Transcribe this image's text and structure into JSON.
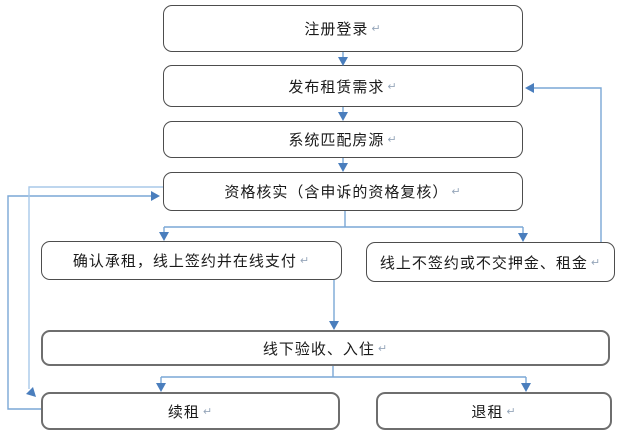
{
  "diagram": {
    "type": "flowchart",
    "return_mark": "↵",
    "colors": {
      "background": "#ffffff",
      "line": "#7aa7d6",
      "line_light": "#a9c9e9",
      "arrow": "#4a7ebd",
      "box_border": "#4d4d4d",
      "box_border_heavy": "#6e6e6e",
      "text": "#1a1a1a",
      "pilcrow": "#96a6ba"
    },
    "nodes": [
      {
        "id": "register",
        "label": "注册登录"
      },
      {
        "id": "publish",
        "label": "发布租赁需求"
      },
      {
        "id": "match",
        "label": "系统匹配房源"
      },
      {
        "id": "verify",
        "label": "资格核实（含申诉的资格复核）"
      },
      {
        "id": "confirm",
        "label": "确认承租，线上签约并在线支付"
      },
      {
        "id": "nosign",
        "label": "线上不签约或不交押金、租金"
      },
      {
        "id": "checkin",
        "label": "线下验收、入住"
      },
      {
        "id": "renew",
        "label": "续租"
      },
      {
        "id": "terminate",
        "label": "退租"
      }
    ],
    "edges": [
      {
        "from": "register",
        "to": "publish"
      },
      {
        "from": "publish",
        "to": "match"
      },
      {
        "from": "match",
        "to": "verify"
      },
      {
        "from": "verify",
        "to": "confirm"
      },
      {
        "from": "verify",
        "to": "nosign"
      },
      {
        "from": "nosign",
        "to": "publish"
      },
      {
        "from": "confirm",
        "to": "checkin"
      },
      {
        "from": "checkin",
        "to": "renew"
      },
      {
        "from": "checkin",
        "to": "terminate"
      },
      {
        "from": "renew",
        "to": "verify"
      },
      {
        "from": "verify",
        "to": "renew"
      }
    ]
  }
}
